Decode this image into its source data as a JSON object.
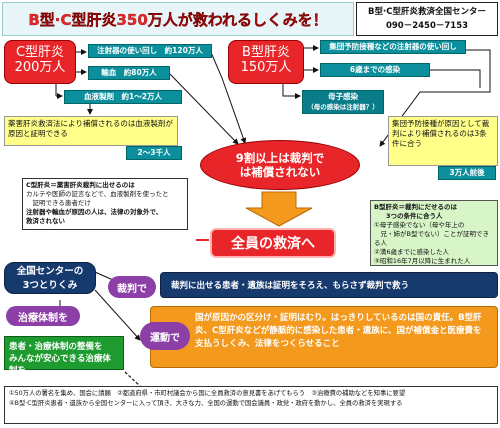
{
  "header": {
    "title": "B型·C型肝炎350万人が救われるしくみを！",
    "org_name": "B型·C型肝炎救済全国センター",
    "org_phone": "090－2450－7153"
  },
  "c_hep": {
    "label_line1": "C型肝炎",
    "label_line2": "200万人",
    "needle": "注射器の使い回し　約120万人",
    "blood_product": "輸血　約80万人",
    "blood_preparation": "血液製剤　約1～2万人"
  },
  "b_hep": {
    "label_line1": "B型肝炎",
    "label_line2": "150万人",
    "needle": "集団予防接種などの注射器の使い回し",
    "under6": "6歳までの感染",
    "mother_child": "母子感染",
    "mother_child_note": "（母の感染は注射器？）"
  },
  "c_note": {
    "text": "薬害肝炎救済法により補償されるのは血液製剤が原因と証明できる",
    "count": "2～3千人"
  },
  "b_note": {
    "text": "集団予防接種が原因として裁判により補償されるのは3条件に合う",
    "count": "3万人前後"
  },
  "center_oval": {
    "line1": "9割以上は裁判で",
    "line2": "は補償されない"
  },
  "c_detail": {
    "title": "C型肝炎＝薬害肝炎裁判に出せるのは",
    "line1": "カルテや医師の証言などで、血液製剤を使ったと",
    "line2": "　証明できる患者だけ",
    "line3": "注射器や輸血が原因の人は、法律の対象外で、",
    "line4": "救済されない"
  },
  "b_detail": {
    "title": "B型肝炎＝裁判にだせるのは",
    "subtitle": "3つの条件に合う人",
    "item1": "①母子感染でない（母や年上の",
    "item1b": "　兄・姉がB型でない）ことが証明できる人",
    "item2": "②満6歳までに感染した人",
    "item3": "③昭和16年7月以降に生まれた人"
  },
  "rescue": {
    "label": "全員の救済へ"
  },
  "center_section": {
    "title_line1": "全国センターの",
    "title_line2": "3つとりくみ",
    "pill_lawsuit": "裁判で",
    "pill_system": "治療体制を",
    "pill_movement": "運動で",
    "lawsuit_text": "裁判に出せる患者・遺族は証明をそろえ、もらさず裁判で救う",
    "system_text_line1": "患者・治療体制の整備を",
    "system_text_line2": "みんなが安心できる治療体制を",
    "movement_text": "国が原因かの区分け・証明はむり。はっきりしているのは国の責任。B型肝炎、C型肝炎などが静脈的に感染した患者・遺族に、国が補償金と医療費を支払うしくみ、法律をつくらせること"
  },
  "footer": {
    "line1": "①50万人の署名を集め、国会に請願　②都道府県・市町村議会から国に全員救済の意見書をあげてもらう　③治療費の補助などを知事に要望",
    "line2": "④B型·C型肝炎患者・遺族から全国センターに入って頂き、大きな力、全国の運動で国会議員・政党・政府を動かし、全員の救済を実現する"
  },
  "colors": {
    "red": "#e8262a",
    "teal": "#0b8f9c",
    "yellow": "#ffff8a",
    "navy": "#173a6e",
    "purple": "#8d3fa8",
    "orange": "#f39a1e",
    "green": "#1d9b2e"
  }
}
